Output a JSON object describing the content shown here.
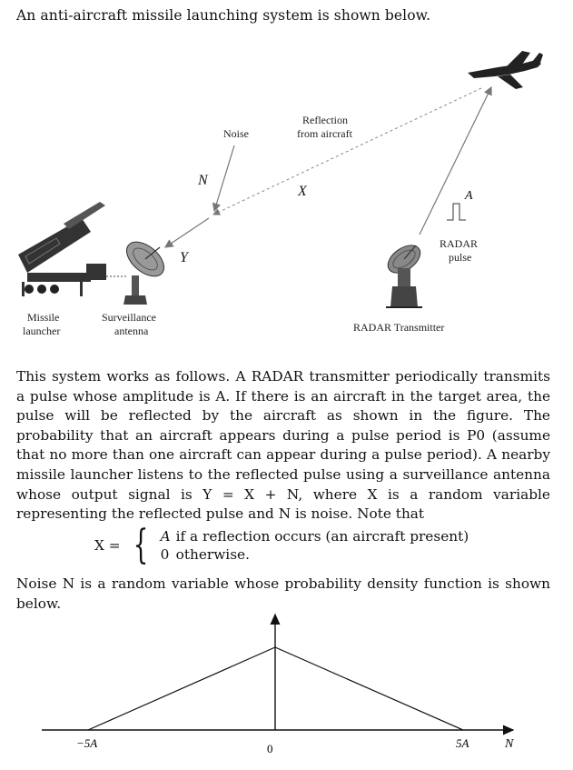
{
  "intro": "An anti-aircraft missile launching system is shown below.",
  "figure": {
    "noise_label": "Noise",
    "reflection_label": [
      "Reflection",
      "from aircraft"
    ],
    "var_N": "N",
    "var_X": "X",
    "var_Y": "Y",
    "var_A": "A",
    "radar_pulse_label": [
      "RADAR",
      "pulse"
    ],
    "radar_transmitter_label": "RADAR Transmitter",
    "missile_launcher_label": [
      "Missile",
      "launcher"
    ],
    "surveillance_antenna_label": [
      "Surveillance",
      "antenna"
    ]
  },
  "paragraph1": "This system works as follows. A RADAR transmitter periodically transmits a pulse whose amplitude is A. If there is an aircraft in the target area, the pulse will be reflected by the aircraft as shown in the figure. The probability that an aircraft appears during a pulse period is P0 (assume that no more than one aircraft can appear during a pulse period). A nearby missile launcher listens to the reflected pulse using a surveillance antenna whose output signal is Y = X + N, where X is a random variable representing the reflected pulse and N is noise. Note that",
  "equation": {
    "lhs": "X =",
    "case1_value": "A",
    "case1_condition": "if a reflection occurs (an aircraft present)",
    "case2_value": "0",
    "case2_condition": "otherwise."
  },
  "paragraph2": "Noise N is a random variable whose probability density function is shown below.",
  "pdf_plot": {
    "tick_left": "−5A",
    "tick_center": "0",
    "tick_right": "5A",
    "axis_label": "N"
  }
}
